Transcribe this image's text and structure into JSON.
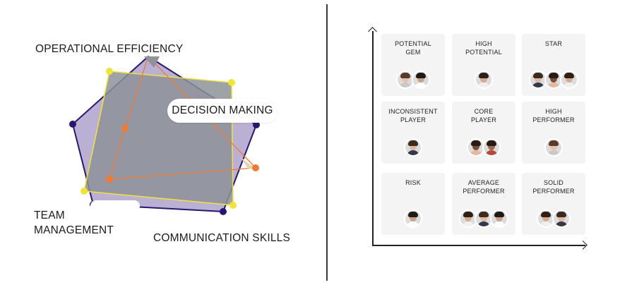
{
  "radar": {
    "labels": {
      "operational_efficiency": "OPERATIONAL EFFICIENCY",
      "decision_making": "DECISION MAKING",
      "team_management": "TEAM\nMANAGEMENT",
      "communication_skills": "COMMUNICATION SKILLS"
    },
    "colors": {
      "purple_fill": "#b3a7cf",
      "purple_stroke": "#2a1670",
      "gray_fill": "#8d9398",
      "yellow": "#f1e33a",
      "orange": "#f07a35"
    }
  },
  "matrix": {
    "cells": [
      {
        "title": "POTENTIAL\nGEM",
        "avatars": [
          "woman-avatar",
          "man-avatar"
        ]
      },
      {
        "title": "HIGH\nPOTENTIAL",
        "avatars": [
          "woman-avatar"
        ]
      },
      {
        "title": "STAR",
        "avatars": [
          "man-avatar",
          "woman-avatar",
          "woman-avatar"
        ]
      },
      {
        "title": "INCONSISTENT\nPLAYER",
        "avatars": [
          "man-avatar"
        ]
      },
      {
        "title": "CORE\nPLAYER",
        "avatars": [
          "woman-avatar",
          "man-avatar"
        ]
      },
      {
        "title": "HIGH\nPERFORMER",
        "avatars": [
          "woman-avatar"
        ]
      },
      {
        "title": "RISK",
        "avatars": [
          "man-avatar"
        ]
      },
      {
        "title": "AVERAGE\nPERFORMER",
        "avatars": [
          "woman-avatar",
          "man-avatar",
          "man-avatar"
        ]
      },
      {
        "title": "SOLID\nPERFORMER",
        "avatars": [
          "woman-avatar",
          "man-avatar"
        ]
      }
    ]
  }
}
